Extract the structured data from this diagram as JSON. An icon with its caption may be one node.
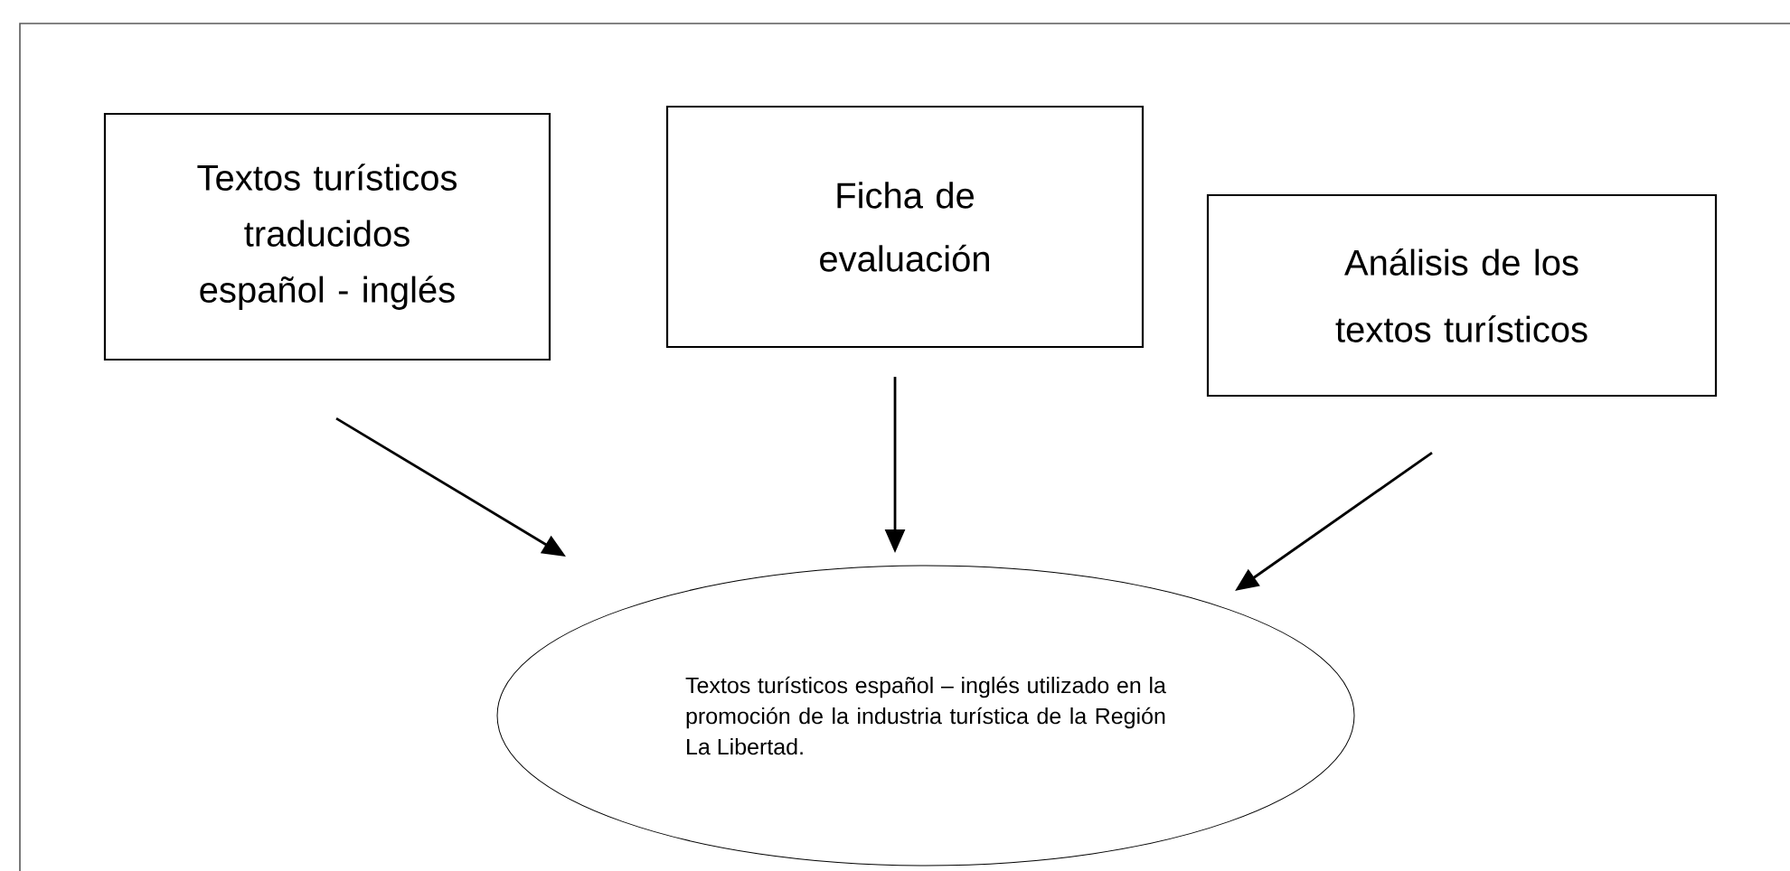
{
  "diagram": {
    "nodes": [
      {
        "text": [
          "Textos turísticos traducidos español - inglés"
        ]
      },
      {
        "text": [
          "Ficha de evaluación"
        ]
      },
      {
        "text": [
          "Análisis de los textos turísticos"
        ]
      },
      {
        "text": [
          "Textos turísticos español – inglés utilizado en la promoción de la industria turística de la Región La Libertad."
        ]
      }
    ],
    "edges": [
      {
        "from": 0,
        "to": 3,
        "arrow": "to"
      },
      {
        "from": 1,
        "to": 3,
        "arrow": "to"
      },
      {
        "from": 2,
        "to": 3,
        "arrow": "to"
      }
    ]
  }
}
